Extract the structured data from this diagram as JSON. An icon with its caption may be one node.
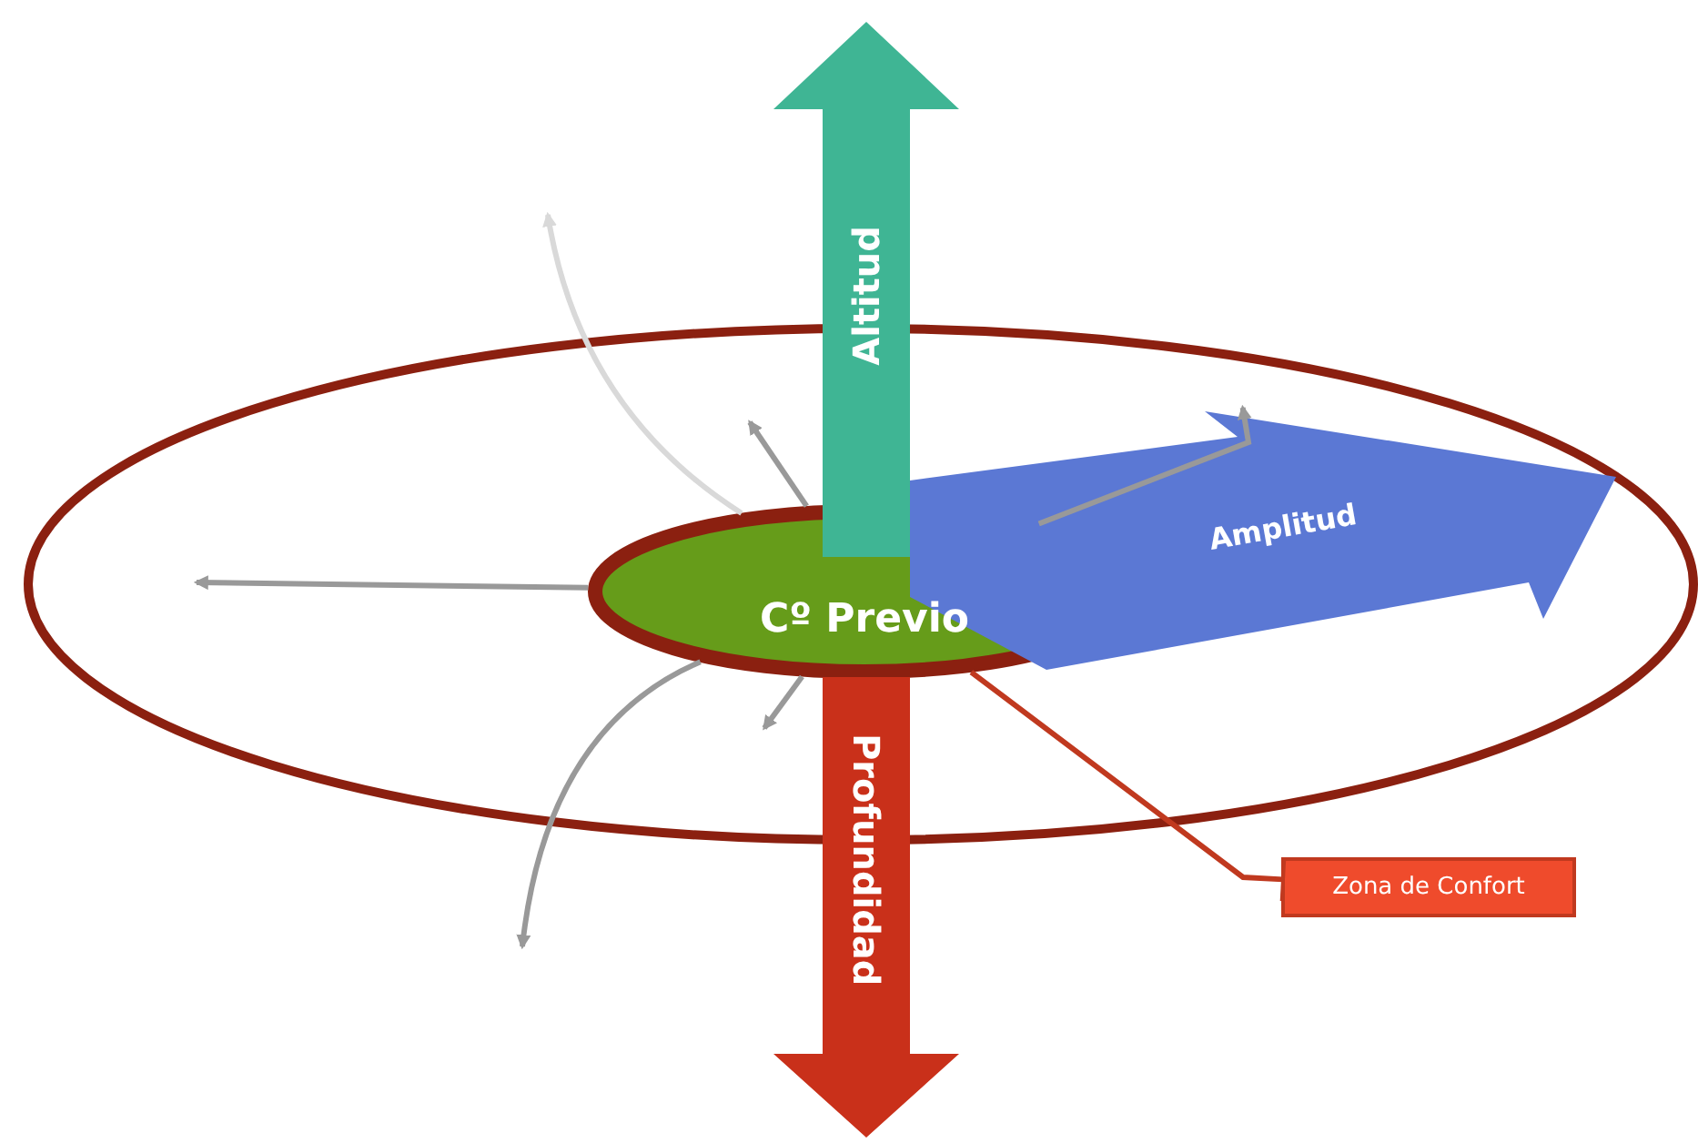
{
  "diagram": {
    "nodes": [
      {
        "text": [],
        "shape": "ellipse"
      },
      {
        "text": [
          "Cº Previo"
        ],
        "in": 0
      },
      {
        "text": [
          "Altitud"
        ]
      },
      {
        "text": [
          "Amplitud"
        ],
        "in": 0
      },
      {
        "text": [
          "Profundidad"
        ]
      },
      {
        "text": [
          "Zona de Confort"
        ]
      }
    ],
    "edges": [
      {
        "from": 1,
        "to": null,
        "arrow": "to"
      },
      {
        "from": 1,
        "to": null,
        "arrow": "to"
      },
      {
        "from": 1,
        "to": 3,
        "arrow": "to"
      },
      {
        "from": 1,
        "to": null,
        "arrow": "to"
      },
      {
        "from": 1,
        "to": null,
        "arrow": "to",
        "color": "#d9d9d9"
      },
      {
        "from": 1,
        "to": null,
        "arrow": "to"
      },
      {
        "from": 1,
        "to": 5,
        "arrow": "other",
        "color": "#c0391f"
      }
    ]
  }
}
